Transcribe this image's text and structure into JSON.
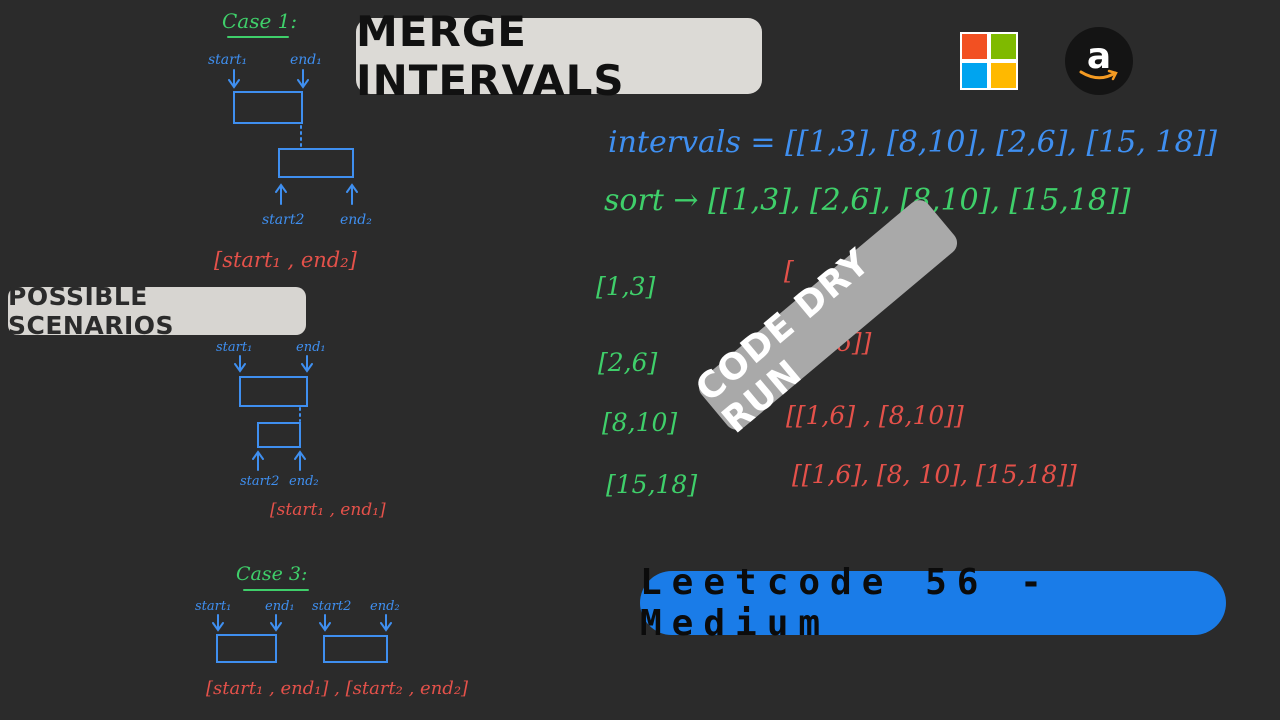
{
  "title": "MERGE INTERVALS",
  "scenarios_label": "POSSIBLE SCENARIOS",
  "dry_run_label": "CODE DRY RUN",
  "leetcode_label": "Leetcode 56 - Medium",
  "logos": {
    "microsoft": "microsoft-logo",
    "amazon": "amazon-logo",
    "amazon_letter": "a"
  },
  "colors": {
    "background": "#2b2b2b",
    "blue_ink": "#3f8ff0",
    "green_ink": "#3fcf6a",
    "red_ink": "#e4514a",
    "leetcode_pill": "#1a7ce8"
  },
  "case1": {
    "heading": "Case 1:",
    "start1": "start₁",
    "end1": "end₁",
    "start2": "start2",
    "end2": "end₂",
    "result": "[start₁ , end₂]"
  },
  "case2": {
    "start1": "start₁",
    "end1": "end₁",
    "start2": "start2",
    "end2": "end₂",
    "result": "[start₁ , end₁]"
  },
  "case3": {
    "heading": "Case 3:",
    "start1": "start₁",
    "end1": "end₁",
    "start2": "start2",
    "end2": "end₂",
    "result": "[start₁ , end₁] , [start₂ , end₂]"
  },
  "intervals_line": "intervals = [[1,3], [8,10], [2,6], [15, 18]]",
  "sort_line": "sort → [[1,3], [2,6], [8,10], [15,18]]",
  "dry_run_steps": [
    {
      "interval": "[1,3]",
      "result": "["
    },
    {
      "interval": "[2,6]",
      "result": "6]]"
    },
    {
      "interval": "[8,10]",
      "result": "[[1,6] , [8,10]]"
    },
    {
      "interval": "[15,18]",
      "result": "[[1,6], [8, 10], [15,18]]"
    }
  ]
}
